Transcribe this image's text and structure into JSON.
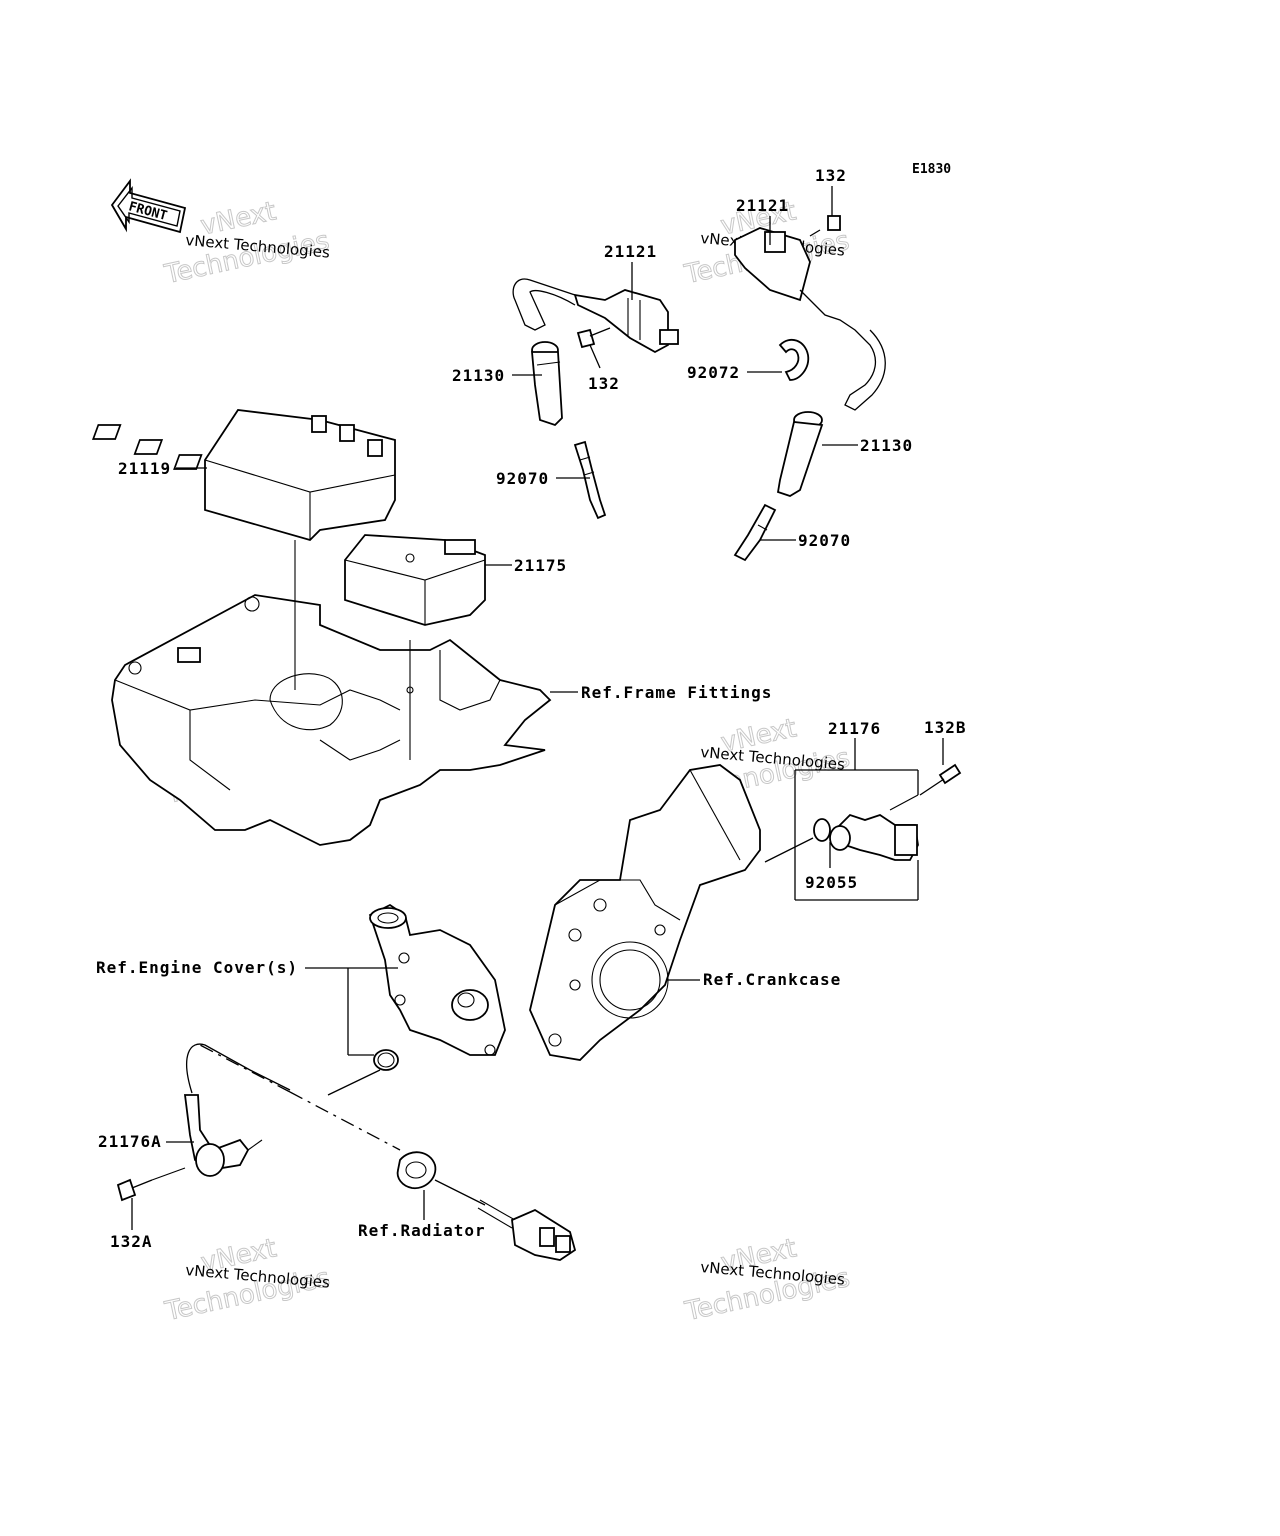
{
  "diagram_code": "E1830",
  "front_arrow_label": "FRONT",
  "watermark": {
    "line1": "vNext Technologies",
    "line2": "vNext",
    "line3": "Technologies"
  },
  "callouts": {
    "c132_top": "132",
    "c21121_right": "21121",
    "c21121_left": "21121",
    "c21130_left": "21130",
    "c132_mid": "132",
    "c92072": "92072",
    "c21130_right": "21130",
    "c21119": "21119",
    "c92070_left": "92070",
    "c92070_right": "92070",
    "c21175": "21175",
    "ref_frame": "Ref.Frame Fittings",
    "c21176": "21176",
    "c132B": "132B",
    "c92055": "92055",
    "ref_engine": "Ref.Engine Cover(s)",
    "ref_crankcase": "Ref.Crankcase",
    "c21176A": "21176A",
    "c132A": "132A",
    "ref_radiator": "Ref.Radiator"
  }
}
